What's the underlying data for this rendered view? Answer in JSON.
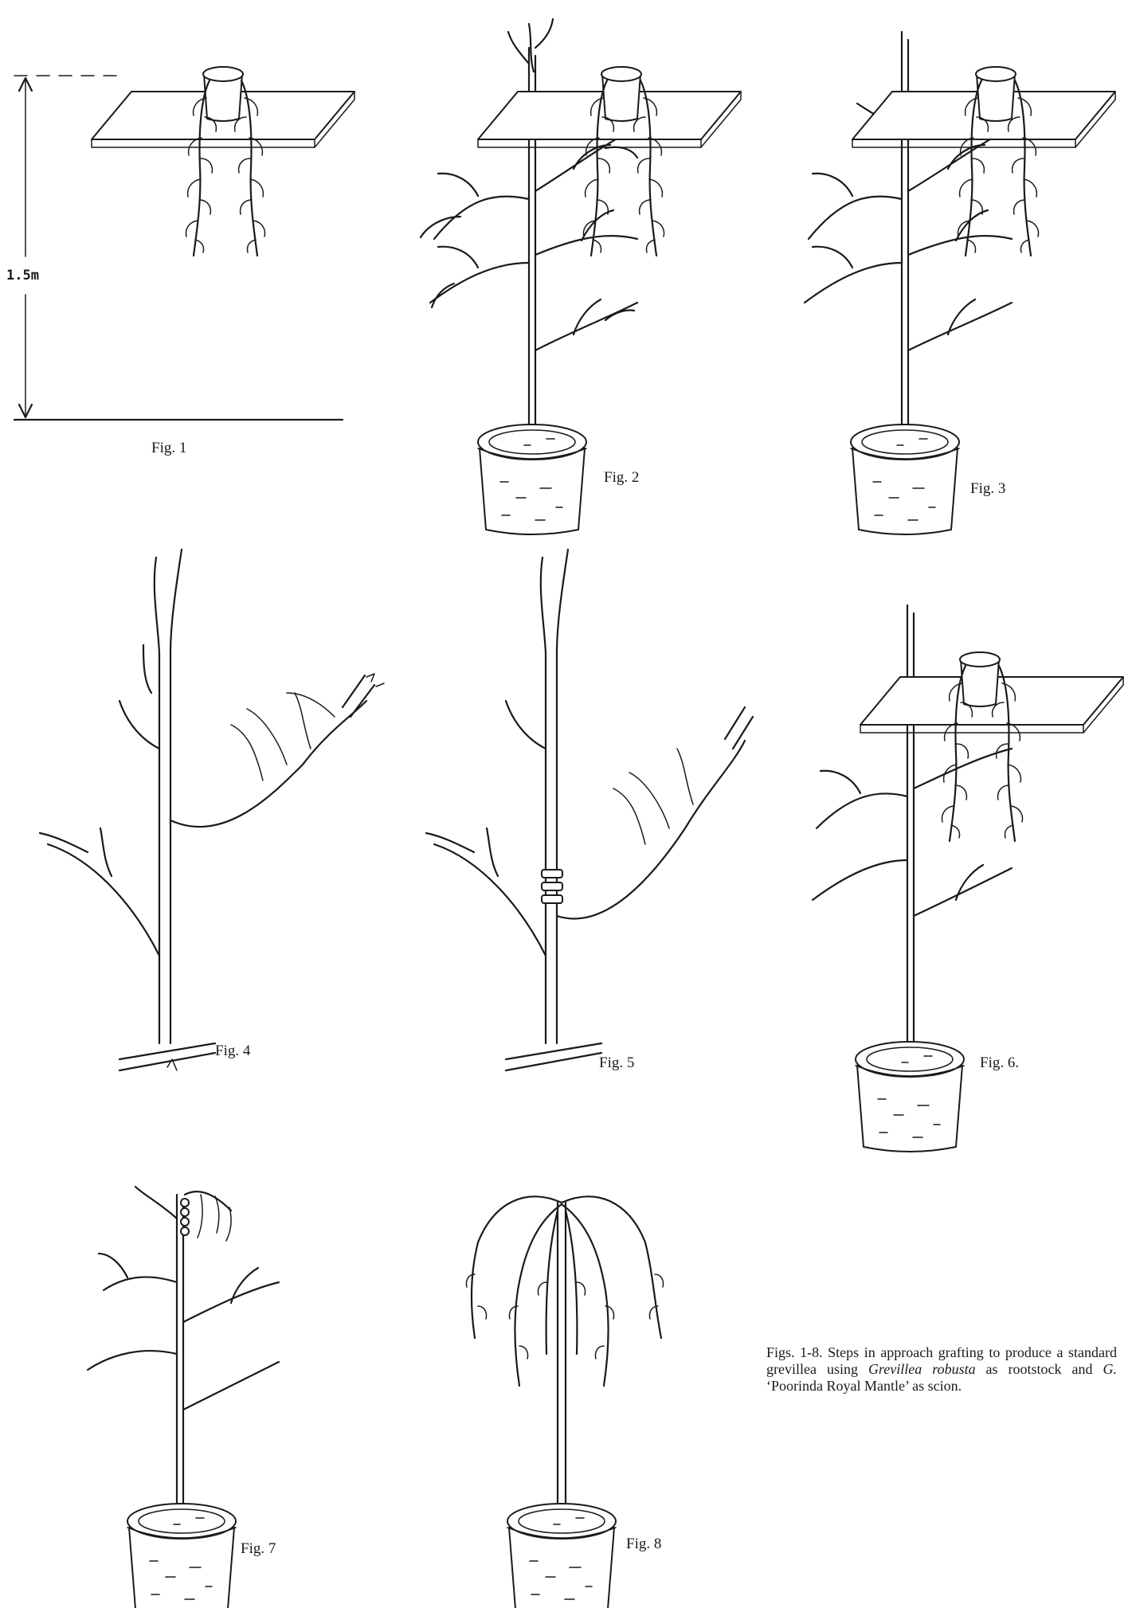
{
  "dimension": {
    "height_label": "1.5m"
  },
  "figures": [
    {
      "id": "fig1",
      "label": "Fig. 1"
    },
    {
      "id": "fig2",
      "label": "Fig. 2"
    },
    {
      "id": "fig3",
      "label": "Fig. 3"
    },
    {
      "id": "fig4",
      "label": "Fig. 4"
    },
    {
      "id": "fig5",
      "label": "Fig. 5"
    },
    {
      "id": "fig6",
      "label": "Fig. 6."
    },
    {
      "id": "fig7",
      "label": "Fig. 7"
    },
    {
      "id": "fig8",
      "label": "Fig. 8"
    }
  ],
  "caption": {
    "lead": "Figs. 1-8. Steps in approach grafting to produce a standard grevillea using ",
    "rootstock_species": "Grevillea robusta",
    "mid": " as rootstock and ",
    "scion_species": "G.",
    "tail": " ‘Poorinda Royal Mantle’ as scion."
  }
}
